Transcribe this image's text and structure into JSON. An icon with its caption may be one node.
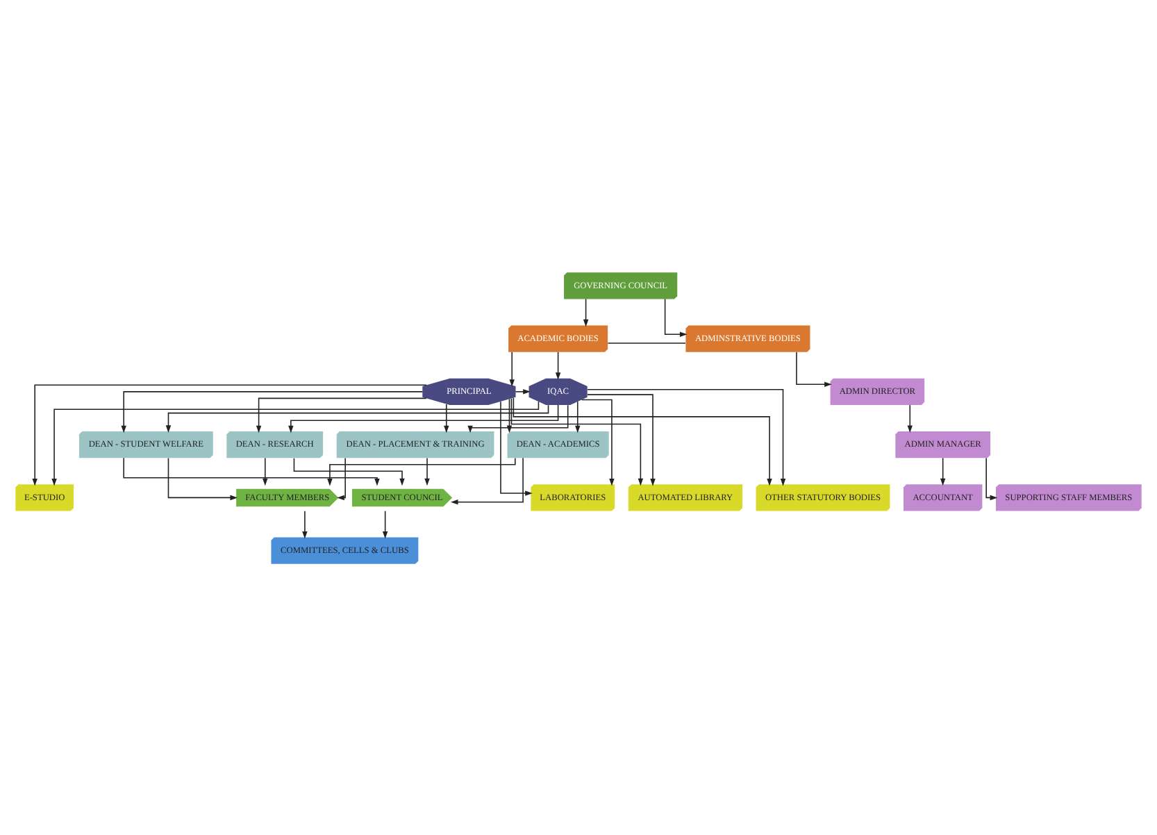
{
  "diagram": {
    "nodes": [
      {
        "text": [
          "GOVERNING COUNCIL"
        ]
      },
      {
        "text": [
          "ACADEMIC BODIES"
        ]
      },
      {
        "text": [
          "ADMINSTRATIVE BODIES"
        ]
      },
      {
        "text": [
          "PRINCIPAL"
        ]
      },
      {
        "text": [
          "IQAC"
        ]
      },
      {
        "text": [
          "ADMIN DIRECTOR"
        ]
      },
      {
        "text": [
          "ADMIN MANAGER"
        ]
      },
      {
        "text": [
          "DEAN - ACADEMICS"
        ]
      },
      {
        "text": [
          "DEAN - STUDENT WELFARE"
        ]
      },
      {
        "text": [
          "DEAN - RESEARCH"
        ]
      },
      {
        "text": [
          "DEAN - PLACEMENT & TRAINING"
        ]
      },
      {
        "text": [
          "E-STUDIO"
        ]
      },
      {
        "text": [
          "LABORATORIES"
        ]
      },
      {
        "text": [
          "AUTOMATED LIBRARY"
        ]
      },
      {
        "text": [
          "OTHER STATUTORY BODIES"
        ]
      },
      {
        "text": [
          "ACCOUNTANT"
        ]
      },
      {
        "text": [
          "SUPPORTING STAFF MEMBERS"
        ]
      },
      {
        "text": [
          "FACULTY MEMBERS"
        ]
      },
      {
        "text": [
          "STUDENT COUNCIL"
        ]
      },
      {
        "text": [
          "COMMITTEES, CELLS & CLUBS"
        ]
      }
    ],
    "edges": [
      {
        "from": 0,
        "to": 1,
        "arrow": "to"
      },
      {
        "from": 0,
        "to": 2,
        "arrow": "to"
      },
      {
        "from": 1,
        "to": 2,
        "arrow": "none"
      },
      {
        "from": 1,
        "to": 3,
        "arrow": "to"
      },
      {
        "from": 1,
        "to": 4,
        "arrow": "to"
      },
      {
        "from": 3,
        "to": 4,
        "arrow": "to"
      },
      {
        "from": 2,
        "to": 5,
        "arrow": "to"
      },
      {
        "from": 5,
        "to": 6,
        "arrow": "to"
      },
      {
        "from": 3,
        "to": 7,
        "arrow": "to"
      },
      {
        "from": 3,
        "to": 8,
        "arrow": "to"
      },
      {
        "from": 3,
        "to": 9,
        "arrow": "to"
      },
      {
        "from": 3,
        "to": 10,
        "arrow": "to"
      },
      {
        "from": 4,
        "to": 7,
        "arrow": "to"
      },
      {
        "from": 4,
        "to": 8,
        "arrow": "to"
      },
      {
        "from": 4,
        "to": 9,
        "arrow": "to"
      },
      {
        "from": 4,
        "to": 10,
        "arrow": "to"
      },
      {
        "from": 3,
        "to": 11,
        "arrow": "to"
      },
      {
        "from": 3,
        "to": 12,
        "arrow": "to"
      },
      {
        "from": 3,
        "to": 13,
        "arrow": "to"
      },
      {
        "from": 3,
        "to": 14,
        "arrow": "to"
      },
      {
        "from": 4,
        "to": 11,
        "arrow": "to"
      },
      {
        "from": 4,
        "to": 12,
        "arrow": "to"
      },
      {
        "from": 4,
        "to": 13,
        "arrow": "to"
      },
      {
        "from": 4,
        "to": 14,
        "arrow": "to"
      },
      {
        "from": 6,
        "to": 15,
        "arrow": "to"
      },
      {
        "from": 6,
        "to": 16,
        "arrow": "to"
      },
      {
        "from": 7,
        "to": 17,
        "arrow": "to"
      },
      {
        "from": 8,
        "to": 17,
        "arrow": "to"
      },
      {
        "from": 9,
        "to": 17,
        "arrow": "to"
      },
      {
        "from": 10,
        "to": 17,
        "arrow": "to"
      },
      {
        "from": 7,
        "to": 18,
        "arrow": "to"
      },
      {
        "from": 8,
        "to": 18,
        "arrow": "to"
      },
      {
        "from": 9,
        "to": 18,
        "arrow": "to"
      },
      {
        "from": 10,
        "to": 18,
        "arrow": "to"
      },
      {
        "from": 17,
        "to": 19,
        "arrow": "to"
      },
      {
        "from": 18,
        "to": 19,
        "arrow": "to"
      }
    ]
  }
}
